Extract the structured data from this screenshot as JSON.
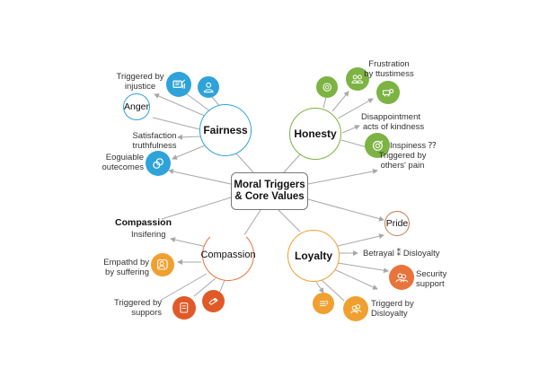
{
  "title": {
    "line1": "Moral Triggers",
    "line2": "& Core Values"
  },
  "colors": {
    "fairness": "#2ea3d9",
    "honesty": "#7cb342",
    "compassion": "#e8743b",
    "loyalty": "#f0a030",
    "pride": "#c87a50",
    "line": "#a8a8a8"
  },
  "hubs": {
    "fairness": "Fairness",
    "honesty": "Honesty",
    "compassion": "Compassion",
    "loyalty": "Loyalty"
  },
  "fairness": {
    "triggered_line1": "Triggered by",
    "triggered_line2": "injustice",
    "anger": "Anger",
    "satisfaction_line1": "Satisfaction",
    "satisfaction_line2": "truthfulness",
    "equitable_line1": "Eoguiable",
    "equitable_line2": "outecomes",
    "icons": [
      "presentation-icon",
      "person-icon",
      "coins-icon"
    ]
  },
  "honesty": {
    "frustration_line1": "Frustration",
    "frustration_line2": "by ttustimess",
    "disappointment_line1": "Disappointment",
    "disappointment_line2": "acts of  kindness",
    "inspiness": "Inspiness ⁇",
    "triggered_line1": "Triggered by",
    "triggered_line2": "others' pain",
    "icons": [
      "cycle-icon",
      "people-icon",
      "cart-icon",
      "target-icon"
    ]
  },
  "compassion": {
    "heading": "Compassion",
    "insifering": "Insifering",
    "empathd_line1": "Empathd by",
    "empathd_line2": "by suffering",
    "triggered_line1": "Triggered by",
    "triggered_line2": "suppors",
    "icons": [
      "profile-card-icon",
      "document-icon",
      "hand-heart-icon"
    ]
  },
  "loyalty": {
    "pride": "Pride",
    "betrayal": "Betrayal ⁑ Disloyalty",
    "security_line1": "Security",
    "security_line2": "support",
    "triggered_line1": "Triggerd by",
    "triggered_line2": "Disloyalty",
    "icons": [
      "group-icon",
      "list-icon",
      "people-icon"
    ]
  }
}
